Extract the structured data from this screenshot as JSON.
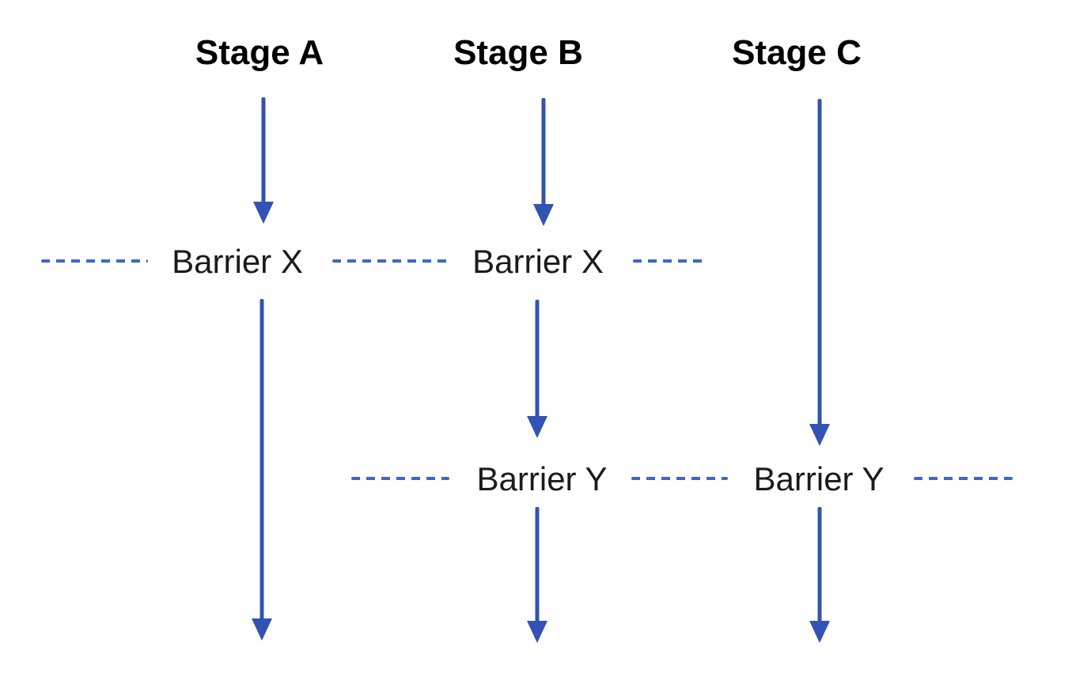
{
  "stages": [
    {
      "label": "Stage A"
    },
    {
      "label": "Stage B"
    },
    {
      "label": "Stage C"
    }
  ],
  "barrier_labels": [
    {
      "text": "Barrier X",
      "row": "barrier-x",
      "column": "stage-a"
    },
    {
      "text": "Barrier X",
      "row": "barrier-x",
      "column": "stage-b"
    },
    {
      "text": "Barrier Y",
      "row": "barrier-y",
      "column": "stage-b"
    },
    {
      "text": "Barrier Y",
      "row": "barrier-y",
      "column": "stage-c"
    }
  ],
  "flows": [
    {
      "stage": "Stage A",
      "passes_through": [
        "Barrier X"
      ],
      "arrow_segments": 2
    },
    {
      "stage": "Stage B",
      "passes_through": [
        "Barrier X",
        "Barrier Y"
      ],
      "arrow_segments": 3
    },
    {
      "stage": "Stage C",
      "passes_through": [
        "Barrier Y"
      ],
      "arrow_segments": 2
    }
  ],
  "colors": {
    "arrow": "#3253b3",
    "dash": "#4166c4",
    "heading_text": "#000000",
    "barrier_text": "#1b1b1b",
    "background": "#ffffff"
  }
}
